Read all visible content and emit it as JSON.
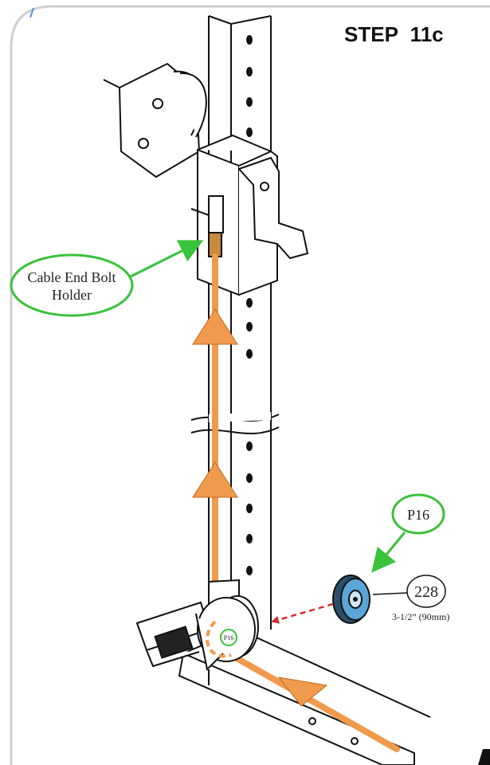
{
  "title": {
    "step_word": "Step",
    "step_number": "11c"
  },
  "callouts": {
    "cable_end": {
      "line1": "Cable End Bolt",
      "line2": "Holder"
    },
    "part_tag": "P16",
    "part_tag_small": "P16",
    "part_number": "228",
    "part_size": "3-1/2” (90mm)"
  },
  "colors": {
    "callout_green": "#39c23a",
    "cable_orange": "#ef9a4c",
    "hint_red": "#d23030",
    "pulley_blue": "#5aa6d8",
    "frame_border": "#cfcfcf"
  }
}
